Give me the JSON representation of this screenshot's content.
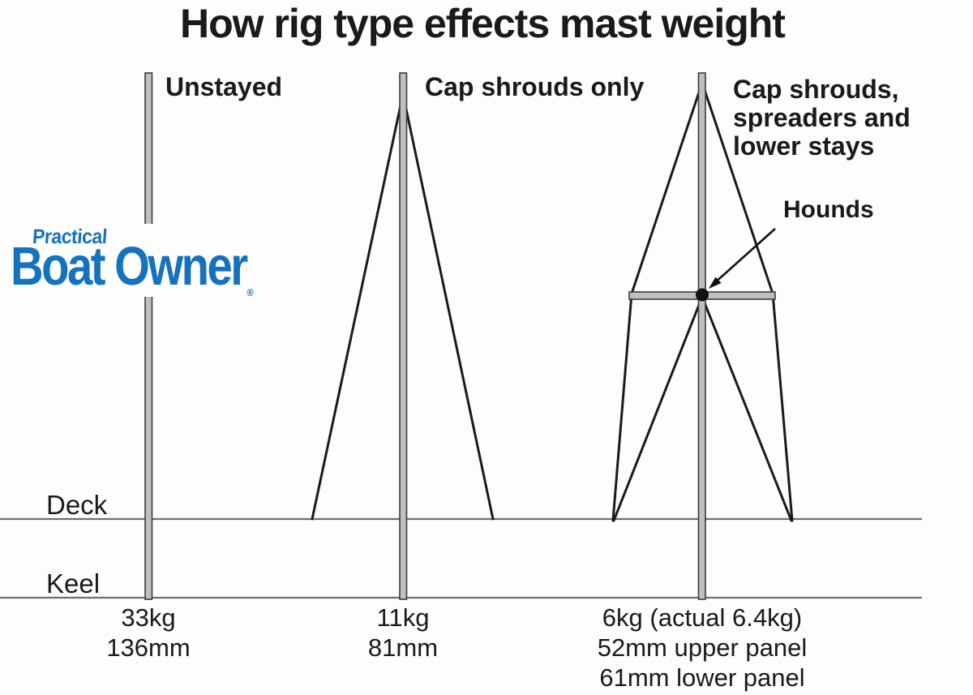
{
  "title": "How rig type effects mast weight",
  "logo": {
    "top": "Practical",
    "main": "Boat Owner",
    "registered": "®"
  },
  "labels": {
    "deck": "Deck",
    "keel": "Keel",
    "hounds": "Hounds"
  },
  "rigs": [
    {
      "label_lines": [
        "Unstayed"
      ],
      "stats": [
        "33kg",
        "136mm"
      ]
    },
    {
      "label_lines": [
        "Cap shrouds only"
      ],
      "stats": [
        "11kg",
        "81mm"
      ]
    },
    {
      "label_lines": [
        "Cap shrouds,",
        "spreaders and",
        "lower stays"
      ],
      "stats": [
        "6kg (actual 6.4kg)",
        "52mm upper panel",
        "61mm lower panel"
      ]
    }
  ],
  "colors": {
    "logo_blue": "#1573bd",
    "guide_line_gray": "#6f6f6f",
    "mast_fill": "#bfbfbf",
    "mast_stroke": "#3d3d3d",
    "ink": "#1a1a1a",
    "background": "#fdfdfd"
  }
}
